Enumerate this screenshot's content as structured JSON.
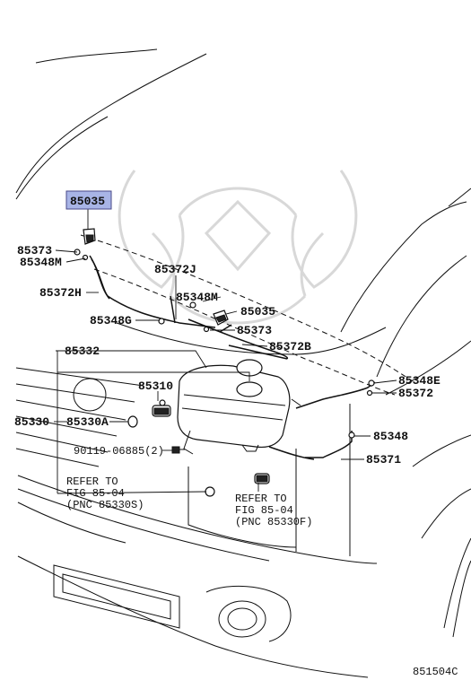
{
  "diagram": {
    "highlighted_part": "85035",
    "figure_code": "851504C",
    "labels": {
      "p85035_top": "85035",
      "p85373_left": "85373",
      "p85348M_left": "85348M",
      "p85372H": "85372H",
      "p85372J": "85372J",
      "p85348M_mid": "85348M",
      "p85035_mid": "85035",
      "p85348G": "85348G",
      "p85373_mid": "85373",
      "p85372B": "85372B",
      "p85332": "85332",
      "p85348E": "85348E",
      "p85372_right": "85372",
      "p85310": "85310",
      "p85330": "85330",
      "p85330A": "85330A",
      "p85348_right": "85348",
      "p90119": "90119-06885(2)",
      "p85371": "85371"
    },
    "refer_left": {
      "line1": "REFER TO",
      "line2": "FIG 85-04",
      "line3": "(PNC 85330S)"
    },
    "refer_right": {
      "line1": "REFER TO",
      "line2": "FIG 85-04",
      "line3": "(PNC 85330F)"
    }
  }
}
